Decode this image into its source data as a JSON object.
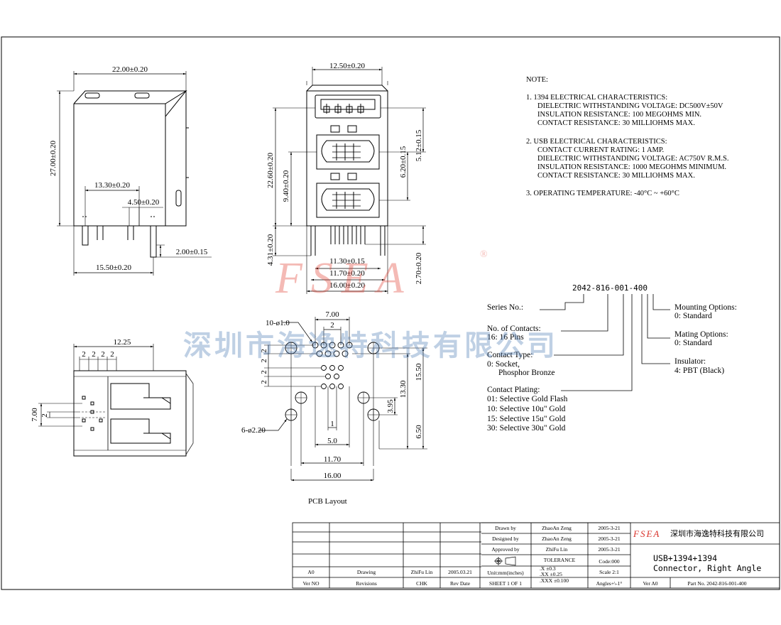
{
  "side_view": {
    "dims": {
      "width": "22.00±0.20",
      "height": "27.00±0.20",
      "pin_span": "13.30±0.20",
      "pin_offset": "4.50±0.20",
      "pin_len": "2.00±0.15",
      "base": "15.50±0.20"
    }
  },
  "front_view": {
    "dims": {
      "top": "12.50±0.20",
      "h_total": "22.60±0.20",
      "h_mid": "9.40±0.20",
      "h_r1": "6.20±0.15",
      "h_r2": "5.12±0.15",
      "pin_down": "4.31±0.20",
      "w1": "11.30±0.15",
      "w2": "11.70±0.20",
      "w3": "16.00±0.20",
      "pin_r": "2.70±0.20"
    }
  },
  "bottom_view": {
    "dims": {
      "width": "12.25",
      "p1": "2",
      "p2": "2",
      "p3": "2",
      "p4": "2",
      "h": "7.00",
      "h2": "2"
    }
  },
  "pcb": {
    "dims": {
      "holes": "10-ø1.0",
      "pitch_top": "7.00",
      "pitch_2": "2",
      "v1": "2",
      "v2": "2",
      "v3": "2",
      "v4": "2",
      "h1": "15.50",
      "h2": "13.30",
      "h3": "3.95",
      "h4": "6.50",
      "big_holes": "6-ø2.20",
      "w1": "1",
      "w2": "5.0",
      "w3": "11.70",
      "w4": "16.00"
    },
    "caption": "PCB Layout"
  },
  "notes": {
    "title": "NOTE:",
    "n1": "1. 1394 ELECTRICAL CHARACTERISTICS:",
    "n1a": "DIELECTRIC WITHSTANDING VOLTAGE: DC500V±50V",
    "n1b": "INSULATION RESISTANCE: 100 MEGOHMS MIN.",
    "n1c": "CONTACT RESISTANCE: 30 MILLIOHMS MAX.",
    "n2": "2. USB ELECTRICAL CHARACTERISTICS:",
    "n2a": "CONTACT CURRENT RATING: 1 AMP.",
    "n2b": "DIELECTRIC WITHSTANDING VOLTAGE: AC750V R.M.S.",
    "n2c": "INSULATION RESISTANCE: 1000 MEGOHMS MINIMUM.",
    "n2d": "CONTACT RESISTANCE: 30 MILLIOHMS MAX.",
    "n3": "3. OPERATING TEMPERATURE: -40°C ~ +60°C"
  },
  "part_number": {
    "code": "2042-816-001-400",
    "series": "Series No.:",
    "contacts_t": "No. of Contacts:",
    "contacts_v": "16: 16 Pins",
    "ctype_t": "Contact Type:",
    "ctype_v1": "0: Socket,",
    "ctype_v2": "Phosphor Bronze",
    "plating_t": "Contact Plating:",
    "plating_1": "01: Selective Gold Flash",
    "plating_2": "10: Selective 10u\" Gold",
    "plating_3": "15: Selective 15u\" Gold",
    "plating_4": "30: Selective 30u\" Gold",
    "mount_t": "Mounting Options:",
    "mount_v": "0: Standard",
    "mating_t": "Mating Options:",
    "mating_v": "0: Standard",
    "insul_t": "Insulator:",
    "insul_v": "4: PBT (Black)"
  },
  "watermark": {
    "logo": "FSEA",
    "reg": "®",
    "company": "深圳市海逸特科技有限公司"
  },
  "title_block": {
    "drawn_l": "Drawn by",
    "drawn_v": "ZhaoAn Zeng",
    "drawn_d": "2005-3-21",
    "designed_l": "Designed by",
    "designed_v": "ZhaoAn Zeng",
    "designed_d": "2005-3-21",
    "approved_l": "Approved by",
    "approved_v": "ZhiFu Lin",
    "approved_d": "2005-3-21",
    "tolerance": "TOLERANCE",
    "tol1": ".X    ±0.3",
    "tol2": ".XX   ±0.25",
    "tol3": ".XXX  ±0.100",
    "code": "Code:000",
    "scale": "Scale 2:1",
    "angles": "Angles+\\-1°",
    "units": "Unit:mm(inches)",
    "sheet": "SHEET 1 OF 1",
    "rev_v": "A0",
    "drawing": "Drawing",
    "chk_v": "ZhiFu Lin",
    "rev_date_v": "2005.03.21",
    "h_ver": "Ver NO",
    "h_rev": "Revisions",
    "h_chk": "CHK",
    "h_date": "Rev Date",
    "logo": "FSEA",
    "company": "深圳市海逸特科技有限公司",
    "title1": "USB+1394+1394",
    "title2": "Connector, Right Angle",
    "ver": "Ver A0",
    "part": "Part No. 2042-816-001-400"
  }
}
